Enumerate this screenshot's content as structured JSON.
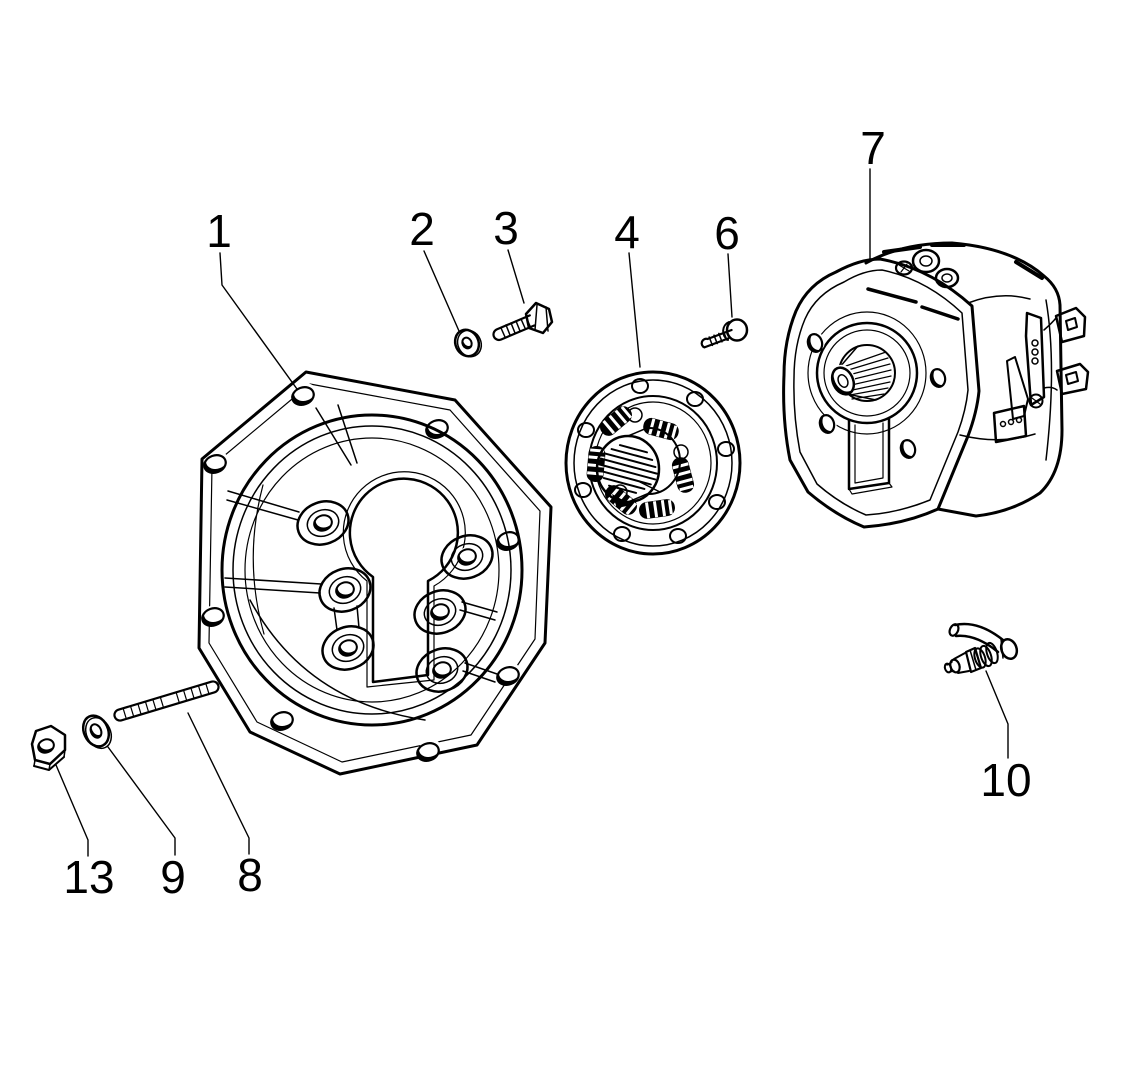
{
  "diagram": {
    "type": "exploded-parts-diagram",
    "background_color": "#ffffff",
    "line_color": "#000000",
    "callouts": [
      {
        "label": "1",
        "part": "bellhousing-flange"
      },
      {
        "label": "2",
        "part": "washer"
      },
      {
        "label": "3",
        "part": "hex-bolt"
      },
      {
        "label": "4",
        "part": "damper-disc"
      },
      {
        "label": "6",
        "part": "bolt"
      },
      {
        "label": "7",
        "part": "hydraulic-pump"
      },
      {
        "label": "8",
        "part": "stud"
      },
      {
        "label": "9",
        "part": "washer"
      },
      {
        "label": "10",
        "part": "fitting"
      },
      {
        "label": "13",
        "part": "hex-nut"
      }
    ]
  }
}
